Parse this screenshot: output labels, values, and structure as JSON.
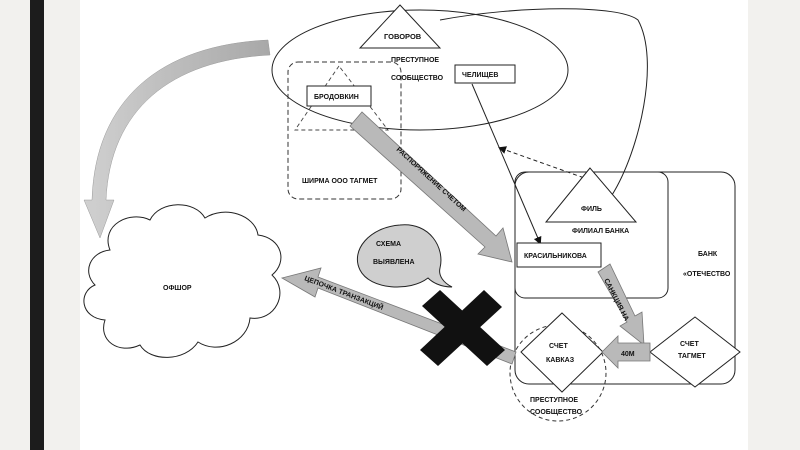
{
  "diagram": {
    "labels": {
      "govorov": "ГОВОРОВ",
      "crime_group_top_line1": "ПРЕСТУПНОЕ",
      "crime_group_top_line2": "СООБЩЕСТВО",
      "chelishchev": "ЧЕЛИЩЕВ",
      "brodovkin": "БРОДОВКИН",
      "screen_tagmet": "ШИРМА ООО ТАГМЕТ",
      "account_order": "РАСПОРЯЖЕНИЕ СЧЕТОМ",
      "offshore": "ОФШОР",
      "transaction_chain": "ЦЕПОЧКА ТРАНЗАКЦИЙ",
      "scheme_line1": "СХЕМА",
      "scheme_line2": "ВЫЯВЛЕНА",
      "fil": "ФИЛЬ",
      "bank_branch": "ФИЛИАЛ БАНКА",
      "bank_line1": "БАНК",
      "bank_line2": "«ОТЕЧЕСТВО",
      "krasilnikova": "КРАСИЛЬНИКОВА",
      "sanction_line1": "САНКЦИЯ НА",
      "account_caucasus_line1": "СЧЕТ",
      "account_caucasus_line2": "КАВКАЗ",
      "amount_40m": "40М",
      "account_tagmet_line1": "СЧЕТ",
      "account_tagmet_line2": "ТАГМЕТ",
      "crime_group_bottom_line1": "ПРЕСТУПНОЕ",
      "crime_group_bottom_line2": "СООБЩЕСТВО"
    },
    "colors": {
      "arrow_fill": "#b9b9b9",
      "callout_fill": "#cfcfcf",
      "cross_fill": "#111111",
      "left_bar": "#1c1c1c"
    }
  }
}
